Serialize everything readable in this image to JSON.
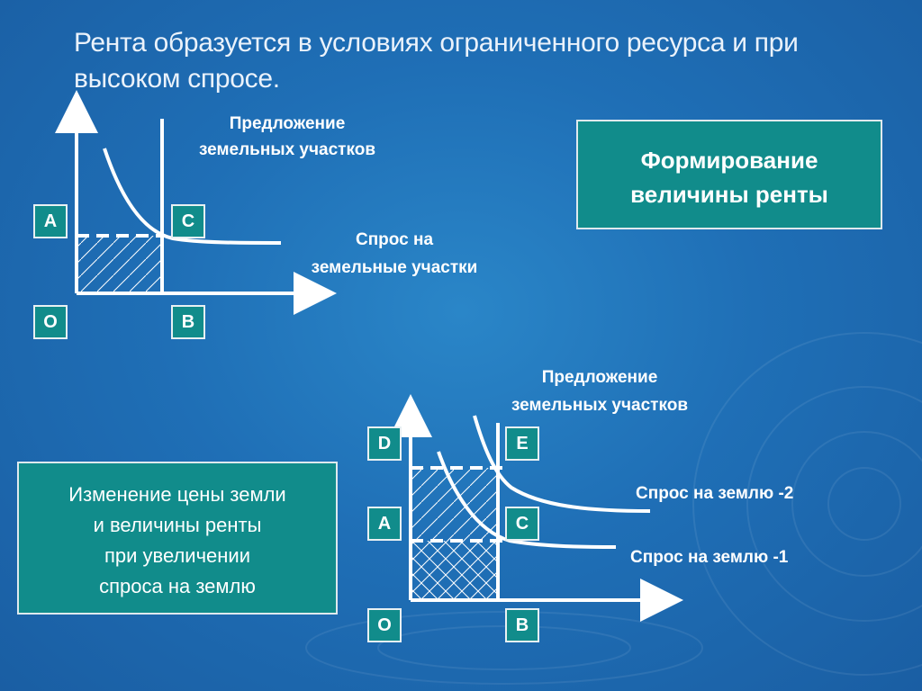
{
  "title": "Рента образуется в условиях ограниченного ресурса и при высоком спросе.",
  "diagram1": {
    "supply_label_line1": "Предложение",
    "supply_label_line2": "земельных участков",
    "demand_label_line1": "Спрос на",
    "demand_label_line2": "земельные участки",
    "letters": {
      "a": "A",
      "c": "C",
      "o": "O",
      "b": "B"
    }
  },
  "box1": {
    "line1": "Формирование",
    "line2": "величины ренты"
  },
  "diagram2": {
    "supply_label_line1": "Предложение",
    "supply_label_line2": "земельных участков",
    "demand2_label": "Спрос на землю -2",
    "demand1_label": "Спрос на землю -1",
    "letters": {
      "d": "D",
      "e": "E",
      "a": "A",
      "c": "C",
      "o": "O",
      "b": "B"
    }
  },
  "box2": {
    "line1": "Изменение цены земли",
    "line2": "и величины ренты",
    "line3": "при увеличении",
    "line4": "спроса на землю"
  },
  "colors": {
    "background": "#1f6fb6",
    "box_fill": "#118c8b",
    "lines": "#ffffff"
  }
}
